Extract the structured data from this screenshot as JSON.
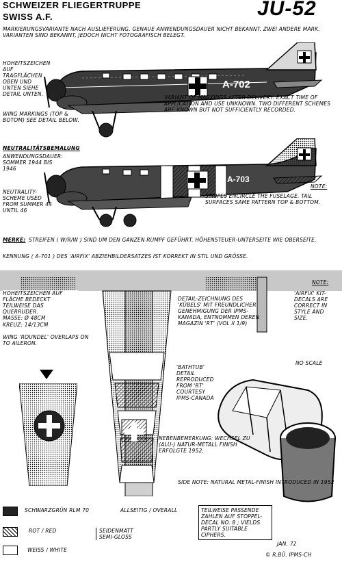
{
  "header": {
    "line1": "SCHWEIZER  FLIEGERTRUPPE",
    "line2": "SWISS A.F.",
    "model": "JU-52"
  },
  "intro_de": "MARKIERUNGSVARIANTE NACH AUSLIEFERUNG. GENAUE ANWENDUNGSDAUER NICHT BEKANNT. ZWEI ANDERE MARK. VARIANTEN SIND BEKANNT, JEDOCH NICHT FOTOGRAFISCH BELEGT.",
  "top_left_de": "HOHEITSZEICHEN AUF TRAGFLÄCHEN OBEN UND UNTEN SIEHE DETAIL UNTEN.",
  "top_left_en": "WING MARKINGS (TOP & BOTOM) SEE DETAIL BELOW.",
  "plane1_code": "A-702",
  "plane1_en": "VARIANT OF MARKINGS AFTER DELIVERY. EXACT TIME OF APPLICATION AND USE UNKNOWN. TWO DIFFERENT SCHEMES ARE KNOWN BUT NOT SUFFICIENTLY RECORDED.",
  "neutral_title": "NEUTRALITÄTSBEMALUNG",
  "neutral_de": "ANWENDUNGSDAUER: SOMMER 1944 BIS 1946",
  "neutral_en": "NEUTRALITY-SCHEME USED FROM SUMMER 44 UNTIL 46",
  "plane2_code": "A-703",
  "note_label": "NOTE:",
  "note2": "STRIPES ENCIRCLE THE FUSELAGE. TAIL SURFACES SAME PATTERN TOP & BOTTOM.",
  "merke_label": "MERKE:",
  "merke_text": "STREIFEN ( W/R/W ) SIND UM DEN GANZEN RUMPF GEFÜHRT. HÖHENSTEUER-UNTERSEITE WIE OBERSEITE.",
  "kennung_text": "KENNUNG ( A-701 ) DES 'AIRFIX' ABZIEHBILDERSATZES IST KORREKT IN STIL UND GRÖSSE.",
  "wing_de": "HOHEITSZEICHEN AUF FLÄCHE BEDECKT TEILWEISE DAS QUERRUDER.",
  "masse": "MASSE: Ø 48cm",
  "kreuz": "KREUZ: 14/13cm",
  "wing_en": "WING 'ROUNDEL' OVERLAPS ON TO AILERON.",
  "note3_label": "NOTE:",
  "note3": "'AIRFIX' KIT-DECALS ARE CORRECT IN STYLE AND SIZE.",
  "detail_de": "DETAIL-ZEICHNUNG DES 'KÜBELS' MIT FREUNDLICHER GENEHMIGUNG DER IPMS-KANADA, ENTNOMMEN DEREN MAGAZIN 'RT' (Vol II 1/9)",
  "no_scale": "NO SCALE",
  "bathtub": "'BATHTUB' DETAIL REPRODUCED FROM 'RT' COURTESY IPMS-CANADA",
  "neben_de": "NEBENBEMERKUNG: WECHSEL ZU (ALU-) NATUR-METALL FINISH ERFOLGTE 1952.",
  "side_note": "SIDE NOTE: NATURAL METAL-FINISH INTRODUCED IN 1952",
  "legend": {
    "green": "SCHWARZGRÜN RLM 70",
    "allseitig": "ALLSEITIG / OVERALL",
    "red": "ROT / RED",
    "white": "WEISS / WHITE",
    "finish": "SEIDENMATT SEMI-GLOSS",
    "decal_box": "TEILWEISE PASSENDE ZAHLEN AUF STOPPEL-DECAL No. 8 ; VIELDS PARTLY SUITABLE CIPHERS.",
    "date": "Jan. 72",
    "credit": "© R.Bü.  IPMS-CH"
  }
}
